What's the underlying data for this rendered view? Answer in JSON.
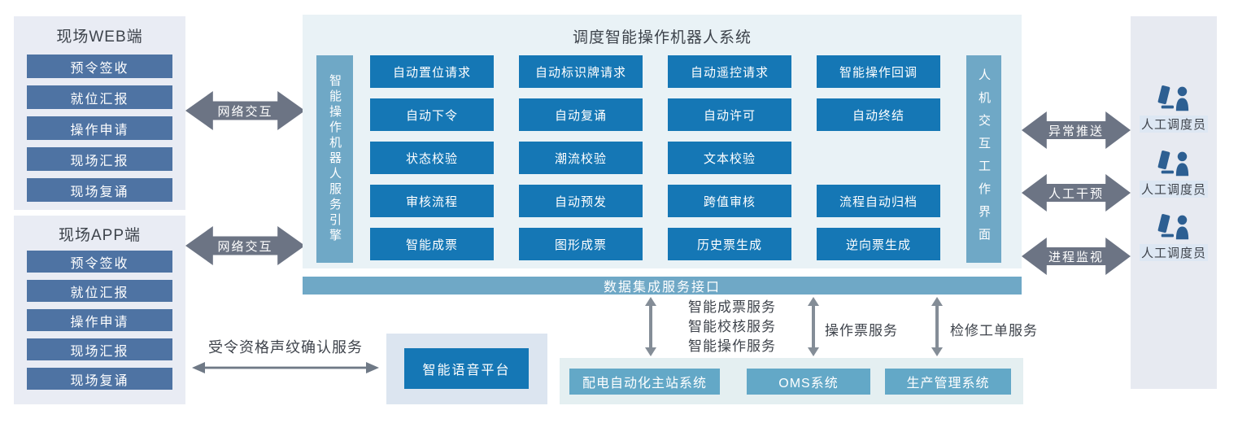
{
  "web_panel": {
    "title": "现场WEB端",
    "items": [
      "预令签收",
      "就位汇报",
      "操作申请",
      "现场汇报",
      "现场复诵"
    ]
  },
  "app_panel": {
    "title": "现场APP端",
    "items": [
      "预令签收",
      "就位汇报",
      "操作申请",
      "现场汇报",
      "现场复诵"
    ]
  },
  "network_arrows": {
    "top_label": "网络交互",
    "bottom_label": "网络交互"
  },
  "robot_system": {
    "title": "调度智能操作机器人系统",
    "engine_bar": "智能操作机器人服务引擎",
    "hmi_bar": "人机交互工作界面",
    "rows": [
      [
        "自动置位请求",
        "自动标识牌请求",
        "自动遥控请求",
        "智能操作回调"
      ],
      [
        "自动下令",
        "自动复诵",
        "自动许可",
        "自动终结"
      ],
      [
        "状态校验",
        "潮流校验",
        "文本校验"
      ],
      [
        "审核流程",
        "自动预发",
        "跨值审核",
        "流程自动归档"
      ],
      [
        "智能成票",
        "图形成票",
        "历史票生成",
        "逆向票生成"
      ]
    ]
  },
  "data_bar": {
    "label": "数据集成服务接口"
  },
  "right_links": [
    {
      "arrow_label": "异常推送",
      "target": "人工调度员"
    },
    {
      "arrow_label": "人工干预",
      "target": "人工调度员"
    },
    {
      "arrow_label": "进程监视",
      "target": "人工调度员"
    }
  ],
  "voice": {
    "link_label": "受令资格声纹确认服务",
    "platform": "智能语音平台"
  },
  "integration_links": [
    {
      "lines": [
        "智能成票服务",
        "智能校核服务",
        "智能操作服务"
      ]
    },
    {
      "lines": [
        "操作票服务"
      ]
    },
    {
      "lines": [
        "检修工单服务"
      ]
    }
  ],
  "downstream_systems": [
    "配电自动化主站系统",
    "OMS系统",
    "生产管理系统"
  ],
  "colors": {
    "primary_button": "#1577b5",
    "side_button": "#4e73a3",
    "bar_blue": "#6fa8c6",
    "system_box": "#63a8c7",
    "arrow_gray": "#6c7484",
    "icon_blue": "#2d5f92",
    "text_dark": "#3e434b"
  }
}
